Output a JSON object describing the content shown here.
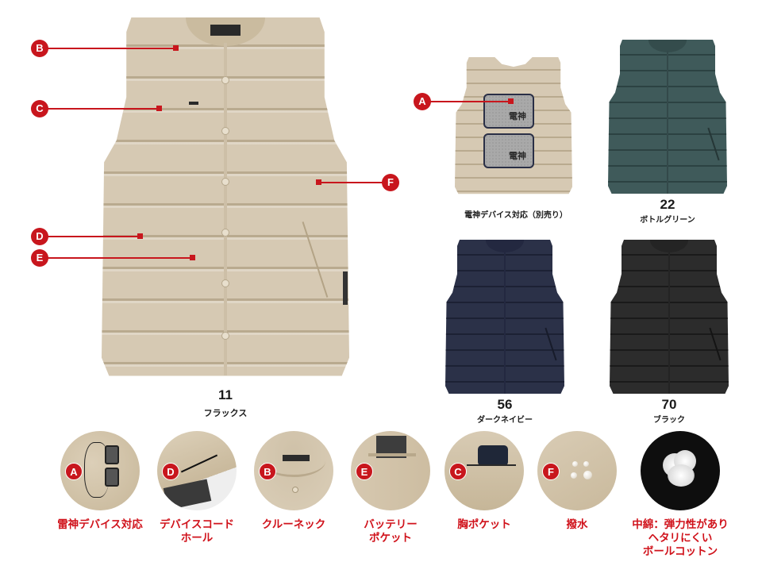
{
  "main_product": {
    "code": "11",
    "color_name": "フラックス",
    "color_hex": "#d6c9b3"
  },
  "callouts": [
    {
      "letter": "B",
      "target": "crew-neck"
    },
    {
      "letter": "C",
      "target": "chest-pocket"
    },
    {
      "letter": "D",
      "target": "device-cord-hole"
    },
    {
      "letter": "E",
      "target": "battery-pocket"
    },
    {
      "letter": "F",
      "target": "water-repellent"
    }
  ],
  "back_view": {
    "callout_letter": "A",
    "caption": "電神デバイス対応（別売り）",
    "pad_logo": "電神"
  },
  "variants": [
    {
      "code": "22",
      "color_name": "ボトルグリーン",
      "color_hex": "#3f5a5a"
    },
    {
      "code": "56",
      "color_name": "ダークネイビー",
      "color_hex": "#2b3148"
    },
    {
      "code": "70",
      "color_name": "ブラック",
      "color_hex": "#2c2c2c"
    }
  ],
  "features": [
    {
      "letter": "A",
      "label": "雷神デバイス対応"
    },
    {
      "letter": "D",
      "label": "デバイスコード\nホール"
    },
    {
      "letter": "B",
      "label": "クルーネック"
    },
    {
      "letter": "E",
      "label": "バッテリー\nポケット"
    },
    {
      "letter": "C",
      "label": "胸ポケット"
    },
    {
      "letter": "F",
      "label": "撥水"
    },
    {
      "letter": "",
      "label": "中綿：弾力性があり\nヘタリにくい\nボールコットン"
    }
  ],
  "colors": {
    "accent_red": "#c8161d",
    "label_red": "#d0121b",
    "text_dark": "#1a1a1a"
  }
}
